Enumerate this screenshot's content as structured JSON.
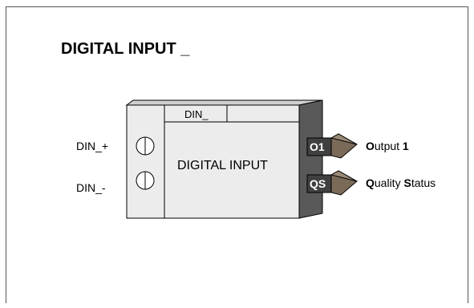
{
  "title": "DIGITAL INPUT _",
  "block": {
    "tag_label": "DIN_",
    "center_label": "DIGITAL INPUT"
  },
  "inputs": {
    "plus": "DIN_+",
    "minus": "DIN_-"
  },
  "outputs": [
    {
      "code": "O1",
      "label_bold": "O",
      "label_rest": "utput ",
      "label_tail_bold": "1"
    },
    {
      "code": "QS",
      "label_bold": "Q",
      "label_mid": "uality ",
      "label_bold2": "S",
      "label_rest": "tatus"
    }
  ],
  "colors": {
    "block_fill": "#ececec",
    "block_shadow": "#5a5a5a",
    "block_top": "#c8c8c8",
    "port_fill": "#404040",
    "arrow_fill": "#7a6a58"
  }
}
